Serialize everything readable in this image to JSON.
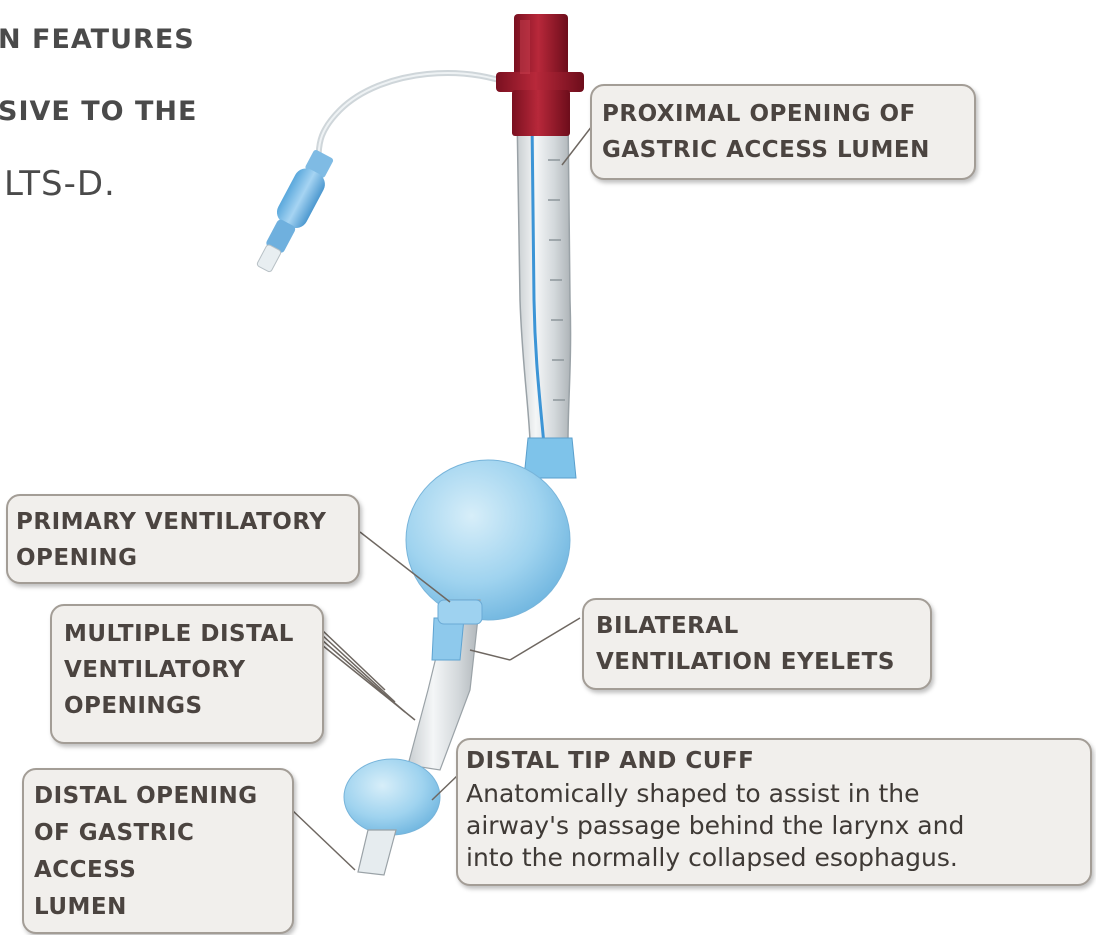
{
  "header": {
    "lines": [
      "N FEATURES",
      "SIVE TO THE",
      "LTS-D."
    ]
  },
  "callouts": {
    "proximal_opening": {
      "title": "PROXIMAL OPENING OF\nGASTRIC ACCESS LUMEN"
    },
    "primary_ventilatory": {
      "title": "PRIMARY VENTILATORY\nOPENING"
    },
    "multiple_distal": {
      "title": "MULTIPLE DISTAL\nVENTILATORY\nOPENINGS"
    },
    "bilateral_eyelets": {
      "title": "BILATERAL\nVENTILATION EYELETS"
    },
    "distal_gastric": {
      "title": "DISTAL OPENING\nOF GASTRIC\nACCESS\nLUMEN"
    },
    "distal_tip": {
      "title": "DISTAL TIP AND CUFF",
      "description": "Anatomically shaped to assist in the\nairway's passage behind the larynx and\ninto the normally collapsed esophagus."
    }
  },
  "colors": {
    "connector_red": "#9c1c2a",
    "cuff_blue": "#9cd3ee",
    "tube_clear": "#dfe3e5",
    "pilot_line_blue": "#4aa3dc",
    "callout_border": "#a39d96",
    "callout_fill": "#f1efec"
  }
}
